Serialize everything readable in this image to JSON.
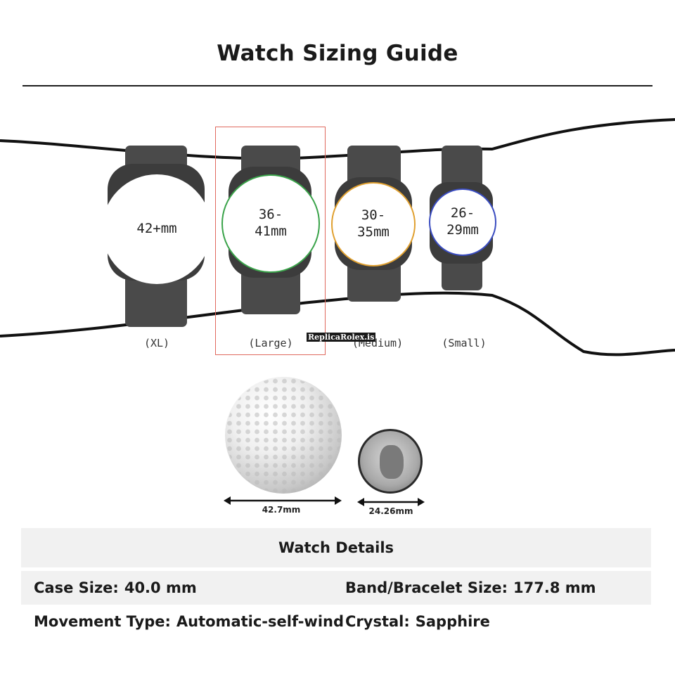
{
  "title": "Watch Sizing Guide",
  "watches": [
    {
      "size": "42+mm",
      "label": "(XL)",
      "ring": "#ffffff"
    },
    {
      "size": "36-\n41mm",
      "label": "(Large)",
      "ring": "#3aa34a"
    },
    {
      "size": "30-\n35mm",
      "label": "(Medium)",
      "ring": "#e0a030"
    },
    {
      "size": "26-\n29mm",
      "label": "(Small)",
      "ring": "#3a4cc0"
    }
  ],
  "watermark": "ReplicaRolex.is",
  "comparison": {
    "golf_ball": "42.7mm",
    "quarter": "24.26mm"
  },
  "details": {
    "heading": "Watch Details",
    "case_size_label": "Case Size:",
    "case_size_value": "40.0 mm",
    "band_label": "Band/Bracelet Size:",
    "band_value": "177.8 mm",
    "movement_label": "Movement Type:",
    "movement_value": "Automatic-self-wind",
    "crystal_label": "Crystal:",
    "crystal_value": "Sapphire"
  },
  "colors": {
    "highlight": "#e0695e",
    "strap": "#4a4a4a",
    "case": "#3c3c3c"
  }
}
